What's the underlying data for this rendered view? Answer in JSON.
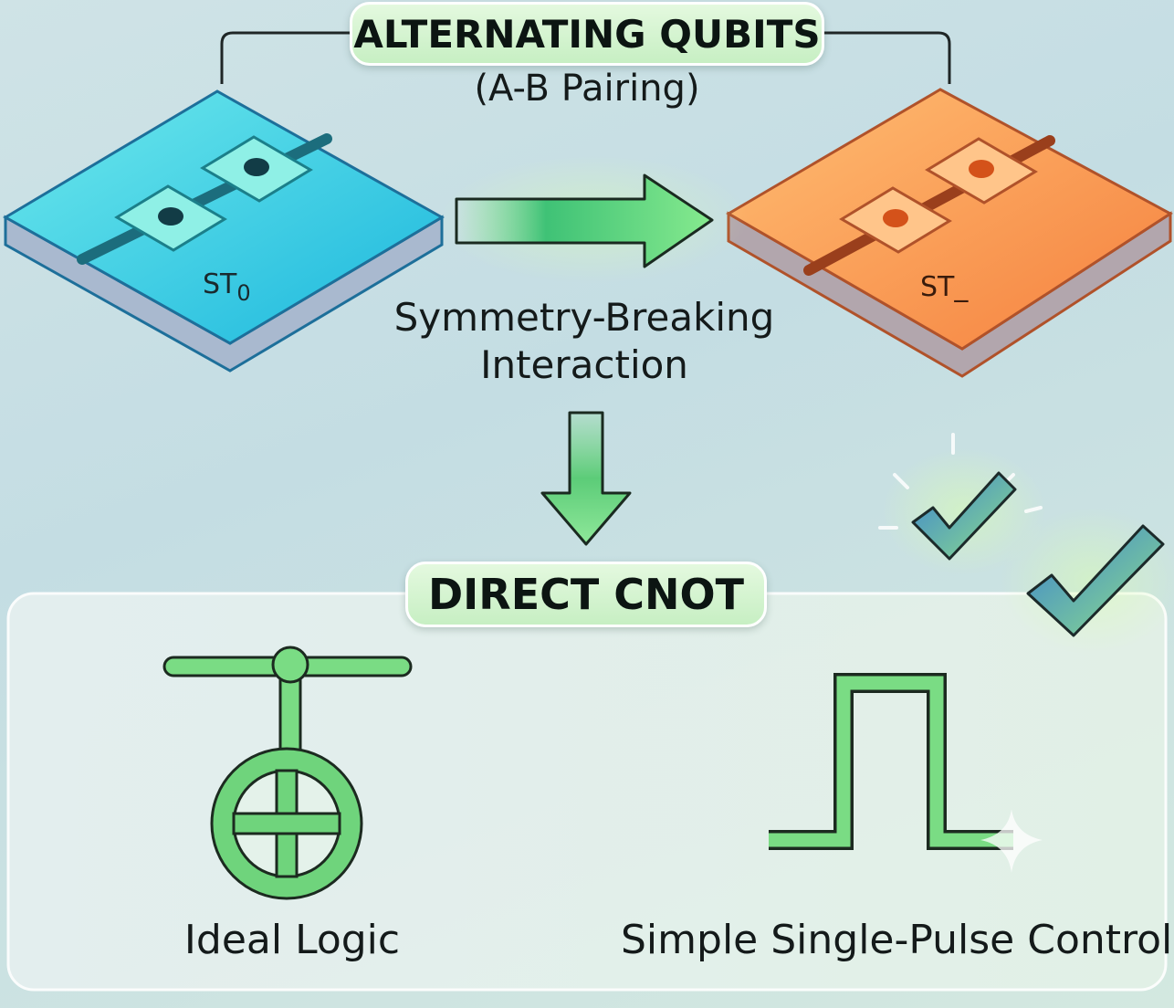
{
  "header": {
    "title": "ALTERNATING QUBITS",
    "subtitle": "(A-B Pairing)"
  },
  "left_chip": {
    "label_main": "ST",
    "label_sub": "0",
    "color": "#2cc7e0"
  },
  "right_chip": {
    "label": "ST_",
    "color": "#f7924a"
  },
  "interaction": {
    "line1": "Symmetry-Breaking",
    "line2": "Interaction"
  },
  "result": {
    "title": "DIRECT CNOT"
  },
  "panel": {
    "left_label": "Ideal Logic",
    "right_label": "Simple Single-Pulse Control"
  },
  "colors": {
    "accent_green": "#6fdc7c",
    "checkmark_blue": "#3c8fd0"
  },
  "icons": [
    "checkmark-icon",
    "cnot-gate-icon",
    "square-pulse-icon",
    "sparkle-icon"
  ]
}
